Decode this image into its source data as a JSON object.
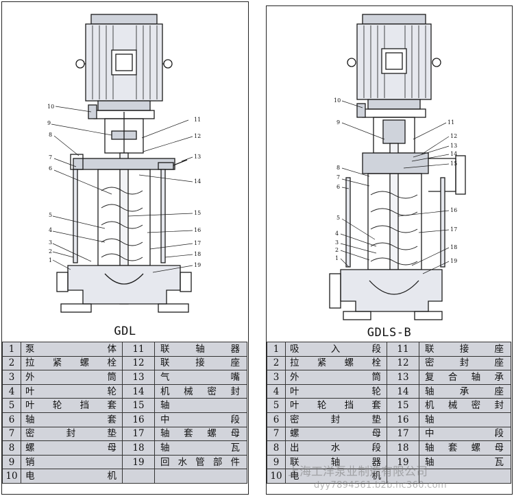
{
  "left": {
    "model": "GDL",
    "parts_left": [
      {
        "no": "1",
        "name": "泵体"
      },
      {
        "no": "2",
        "name": "拉紧螺栓"
      },
      {
        "no": "3",
        "name": "外筒"
      },
      {
        "no": "4",
        "name": "叶轮"
      },
      {
        "no": "5",
        "name": "叶轮挡套"
      },
      {
        "no": "6",
        "name": "轴套"
      },
      {
        "no": "7",
        "name": "密封垫"
      },
      {
        "no": "8",
        "name": "螺母"
      },
      {
        "no": "9",
        "name": "销"
      },
      {
        "no": "10",
        "name": "电机"
      }
    ],
    "parts_right": [
      {
        "no": "11",
        "name": "联轴器"
      },
      {
        "no": "12",
        "name": "联接座"
      },
      {
        "no": "13",
        "name": "气嘴"
      },
      {
        "no": "14",
        "name": "机械密封"
      },
      {
        "no": "15",
        "name": "轴"
      },
      {
        "no": "16",
        "name": "中段"
      },
      {
        "no": "17",
        "name": "轴套螺母"
      },
      {
        "no": "18",
        "name": "轴瓦"
      },
      {
        "no": "19",
        "name": "回水管部件"
      },
      {
        "no": "",
        "name": ""
      }
    ],
    "callouts_left": [
      "10",
      "9",
      "8",
      "7",
      "6",
      "5",
      "4",
      "3",
      "2",
      "1"
    ],
    "callouts_right": [
      "11",
      "12",
      "13",
      "14",
      "15",
      "16",
      "17",
      "18",
      "19"
    ]
  },
  "right": {
    "model": "GDLS-B",
    "parts_left": [
      {
        "no": "1",
        "name": "吸入段"
      },
      {
        "no": "2",
        "name": "拉紧螺栓"
      },
      {
        "no": "3",
        "name": "外筒"
      },
      {
        "no": "4",
        "name": "叶轮"
      },
      {
        "no": "5",
        "name": "叶轮挡套"
      },
      {
        "no": "6",
        "name": "密封垫"
      },
      {
        "no": "7",
        "name": "螺母"
      },
      {
        "no": "8",
        "name": "出水段"
      },
      {
        "no": "9",
        "name": "联轴器"
      },
      {
        "no": "10",
        "name": "电机"
      }
    ],
    "parts_right": [
      {
        "no": "11",
        "name": "联接座"
      },
      {
        "no": "12",
        "name": "密封座"
      },
      {
        "no": "13",
        "name": "复合轴承"
      },
      {
        "no": "14",
        "name": "轴承座"
      },
      {
        "no": "15",
        "name": "机械密封"
      },
      {
        "no": "16",
        "name": "轴"
      },
      {
        "no": "17",
        "name": "中段"
      },
      {
        "no": "18",
        "name": "轴套螺母"
      },
      {
        "no": "19",
        "name": "轴瓦"
      },
      {
        "no": "",
        "name": ""
      }
    ],
    "callouts_left": [
      "10",
      "9",
      "8",
      "7",
      "6",
      "5",
      "4",
      "3",
      "2",
      "1"
    ],
    "callouts_right": [
      "11",
      "12",
      "13",
      "14",
      "15",
      "16",
      "17",
      "18",
      "19"
    ]
  },
  "watermark": {
    "line1": "上海工洋泵业制造有限公司",
    "line2": "dyy7894561.b2b.hc360.com"
  }
}
